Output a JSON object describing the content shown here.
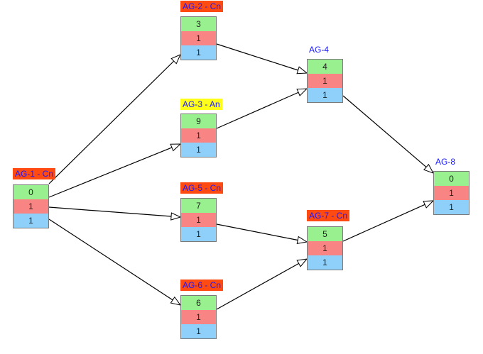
{
  "colors": {
    "row_top": "#99f08f",
    "row_middle": "#f98484",
    "row_bottom": "#8fd0fa",
    "label_bg_cn": "#ff4a12",
    "label_bg_an": "#ffff1a",
    "label_text": "#1a1aff"
  },
  "nodes": [
    {
      "id": "AG-1",
      "label": "AG-1 - Cn",
      "label_style": "cn",
      "values": [
        "0",
        "1",
        "1"
      ]
    },
    {
      "id": "AG-2",
      "label": "AG-2 - Cn",
      "label_style": "cn",
      "values": [
        "3",
        "1",
        "1"
      ]
    },
    {
      "id": "AG-3",
      "label": "AG-3 - An",
      "label_style": "an",
      "values": [
        "9",
        "1",
        "1"
      ]
    },
    {
      "id": "AG-4",
      "label": "AG-4",
      "label_style": "none",
      "values": [
        "4",
        "1",
        "1"
      ]
    },
    {
      "id": "AG-5",
      "label": "AG-5 - Cn",
      "label_style": "cn",
      "values": [
        "7",
        "1",
        "1"
      ]
    },
    {
      "id": "AG-6",
      "label": "AG-6 - Cn",
      "label_style": "cn",
      "values": [
        "6",
        "1",
        "1"
      ]
    },
    {
      "id": "AG-7",
      "label": "AG-7 - Cn",
      "label_style": "cn",
      "values": [
        "5",
        "1",
        "1"
      ]
    },
    {
      "id": "AG-8",
      "label": "AG-8",
      "label_style": "none",
      "values": [
        "0",
        "1",
        "1"
      ]
    }
  ],
  "edges": [
    {
      "from": "AG-1",
      "to": "AG-2"
    },
    {
      "from": "AG-1",
      "to": "AG-3"
    },
    {
      "from": "AG-1",
      "to": "AG-5"
    },
    {
      "from": "AG-1",
      "to": "AG-6"
    },
    {
      "from": "AG-2",
      "to": "AG-4"
    },
    {
      "from": "AG-3",
      "to": "AG-4"
    },
    {
      "from": "AG-5",
      "to": "AG-7"
    },
    {
      "from": "AG-6",
      "to": "AG-7"
    },
    {
      "from": "AG-4",
      "to": "AG-8"
    },
    {
      "from": "AG-7",
      "to": "AG-8"
    }
  ]
}
